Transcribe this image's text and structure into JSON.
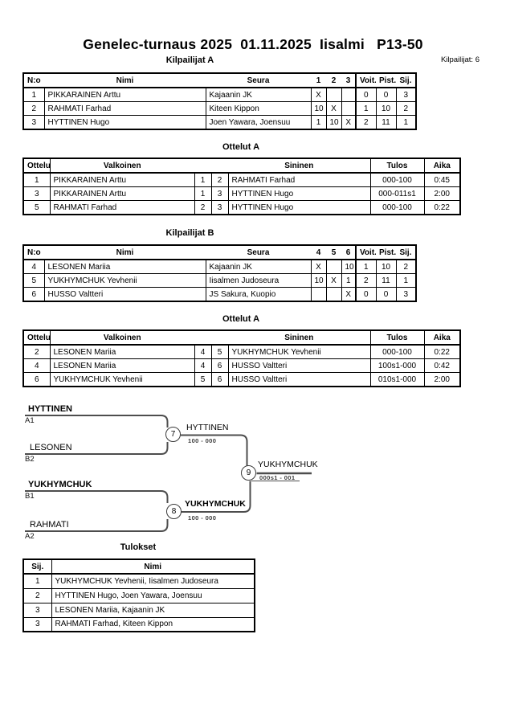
{
  "page": {
    "title": "Genelec-turnaus 2025  01.11.2025  Iisalmi   P13-50",
    "competitors_label": "Kilpailijat: 6"
  },
  "sections": {
    "pool_a_heading": "Kilpailijat A",
    "matches_a_heading": "Ottelut A",
    "pool_b_heading": "Kilpailijat B",
    "matches_b_heading": "Ottelut A",
    "results_heading": "Tulokset"
  },
  "pool_a_table": {
    "headers": {
      "no": "N:o",
      "name": "Nimi",
      "club": "Seura",
      "c1": "1",
      "c2": "2",
      "c3": "3",
      "wins": "Voit.",
      "points": "Pist.",
      "place": "Sij."
    },
    "rows": [
      {
        "no": "1",
        "name": "PIKKARAINEN Arttu",
        "club": "Kajaanin JK",
        "c1": "X",
        "c2": "",
        "c3": "",
        "wins": "0",
        "points": "0",
        "place": "3"
      },
      {
        "no": "2",
        "name": "RAHMATI Farhad",
        "club": "Kiteen Kippon",
        "c1": "10",
        "c2": "X",
        "c3": "",
        "wins": "1",
        "points": "10",
        "place": "2"
      },
      {
        "no": "3",
        "name": "HYTTINEN Hugo",
        "club": "Joen Yawara, Joensuu",
        "c1": "1",
        "c2": "10",
        "c3": "X",
        "wins": "2",
        "points": "11",
        "place": "1"
      }
    ]
  },
  "matches_a_table": {
    "headers": {
      "match": "Ottelu",
      "white": "Valkoinen",
      "blue": "Sininen",
      "result": "Tulos",
      "time": "Aika"
    },
    "rows": [
      {
        "match": "1",
        "white": "PIKKARAINEN Arttu",
        "white_no": "1",
        "blue_no": "2",
        "blue": "RAHMATI Farhad",
        "result": "000-100",
        "time": "0:45",
        "winner": "blue"
      },
      {
        "match": "3",
        "white": "PIKKARAINEN Arttu",
        "white_no": "1",
        "blue_no": "3",
        "blue": "HYTTINEN Hugo",
        "result": "000-011s1",
        "time": "2:00",
        "winner": "blue"
      },
      {
        "match": "5",
        "white": "RAHMATI Farhad",
        "white_no": "2",
        "blue_no": "3",
        "blue": "HYTTINEN Hugo",
        "result": "000-100",
        "time": "0:22",
        "winner": "blue"
      }
    ]
  },
  "pool_b_table": {
    "headers": {
      "no": "N:o",
      "name": "Nimi",
      "club": "Seura",
      "c1": "4",
      "c2": "5",
      "c3": "6",
      "wins": "Voit.",
      "points": "Pist.",
      "place": "Sij."
    },
    "rows": [
      {
        "no": "4",
        "name": "LESONEN Mariia",
        "club": "Kajaanin JK",
        "c1": "X",
        "c2": "",
        "c3": "10",
        "wins": "1",
        "points": "10",
        "place": "2"
      },
      {
        "no": "5",
        "name": "YUKHYMCHUK Yevhenii",
        "club": "Iisalmen Judoseura",
        "c1": "10",
        "c2": "X",
        "c3": "1",
        "wins": "2",
        "points": "11",
        "place": "1"
      },
      {
        "no": "6",
        "name": "HUSSO Valtteri",
        "club": "JS Sakura, Kuopio",
        "c1": "",
        "c2": "",
        "c3": "X",
        "wins": "0",
        "points": "0",
        "place": "3"
      }
    ]
  },
  "matches_b_table": {
    "headers": {
      "match": "Ottelu",
      "white": "Valkoinen",
      "blue": "Sininen",
      "result": "Tulos",
      "time": "Aika"
    },
    "rows": [
      {
        "match": "2",
        "white": "LESONEN Mariia",
        "white_no": "4",
        "blue_no": "5",
        "blue": "YUKHYMCHUK Yevhenii",
        "result": "000-100",
        "time": "0:22",
        "winner": "blue"
      },
      {
        "match": "4",
        "white": "LESONEN Mariia",
        "white_no": "4",
        "blue_no": "6",
        "blue": "HUSSO Valtteri",
        "result": "100s1-000",
        "time": "0:42",
        "winner": "white"
      },
      {
        "match": "6",
        "white": "YUKHYMCHUK Yevhenii",
        "white_no": "5",
        "blue_no": "6",
        "blue": "HUSSO Valtteri",
        "result": "010s1-000",
        "time": "2:00",
        "winner": "white"
      }
    ]
  },
  "bracket": {
    "semifinal_1": {
      "top_name": "HYTTINEN",
      "top_seed": "A1",
      "bottom_name": "LESONEN",
      "bottom_seed": "B2",
      "match_no": "7",
      "winner": "HYTTINEN",
      "score": "100 - 000"
    },
    "semifinal_2": {
      "top_name": "YUKHYMCHUK",
      "top_seed": "B1",
      "bottom_name": "RAHMATI",
      "bottom_seed": "A2",
      "match_no": "8",
      "winner": "YUKHYMCHUK",
      "score": "100 - 000"
    },
    "final": {
      "match_no": "9",
      "winner": "YUKHYMCHUK",
      "score": "000s1 - 001"
    }
  },
  "results_table": {
    "headers": {
      "place": "Sij.",
      "name": "Nimi"
    },
    "rows": [
      {
        "place": "1",
        "name": "YUKHYMCHUK Yevhenii, Iisalmen Judoseura"
      },
      {
        "place": "2",
        "name": "HYTTINEN Hugo, Joen Yawara, Joensuu"
      },
      {
        "place": "3",
        "name": "LESONEN Mariia, Kajaanin JK"
      },
      {
        "place": "3",
        "name": "RAHMATI Farhad, Kiteen Kippon"
      }
    ]
  }
}
